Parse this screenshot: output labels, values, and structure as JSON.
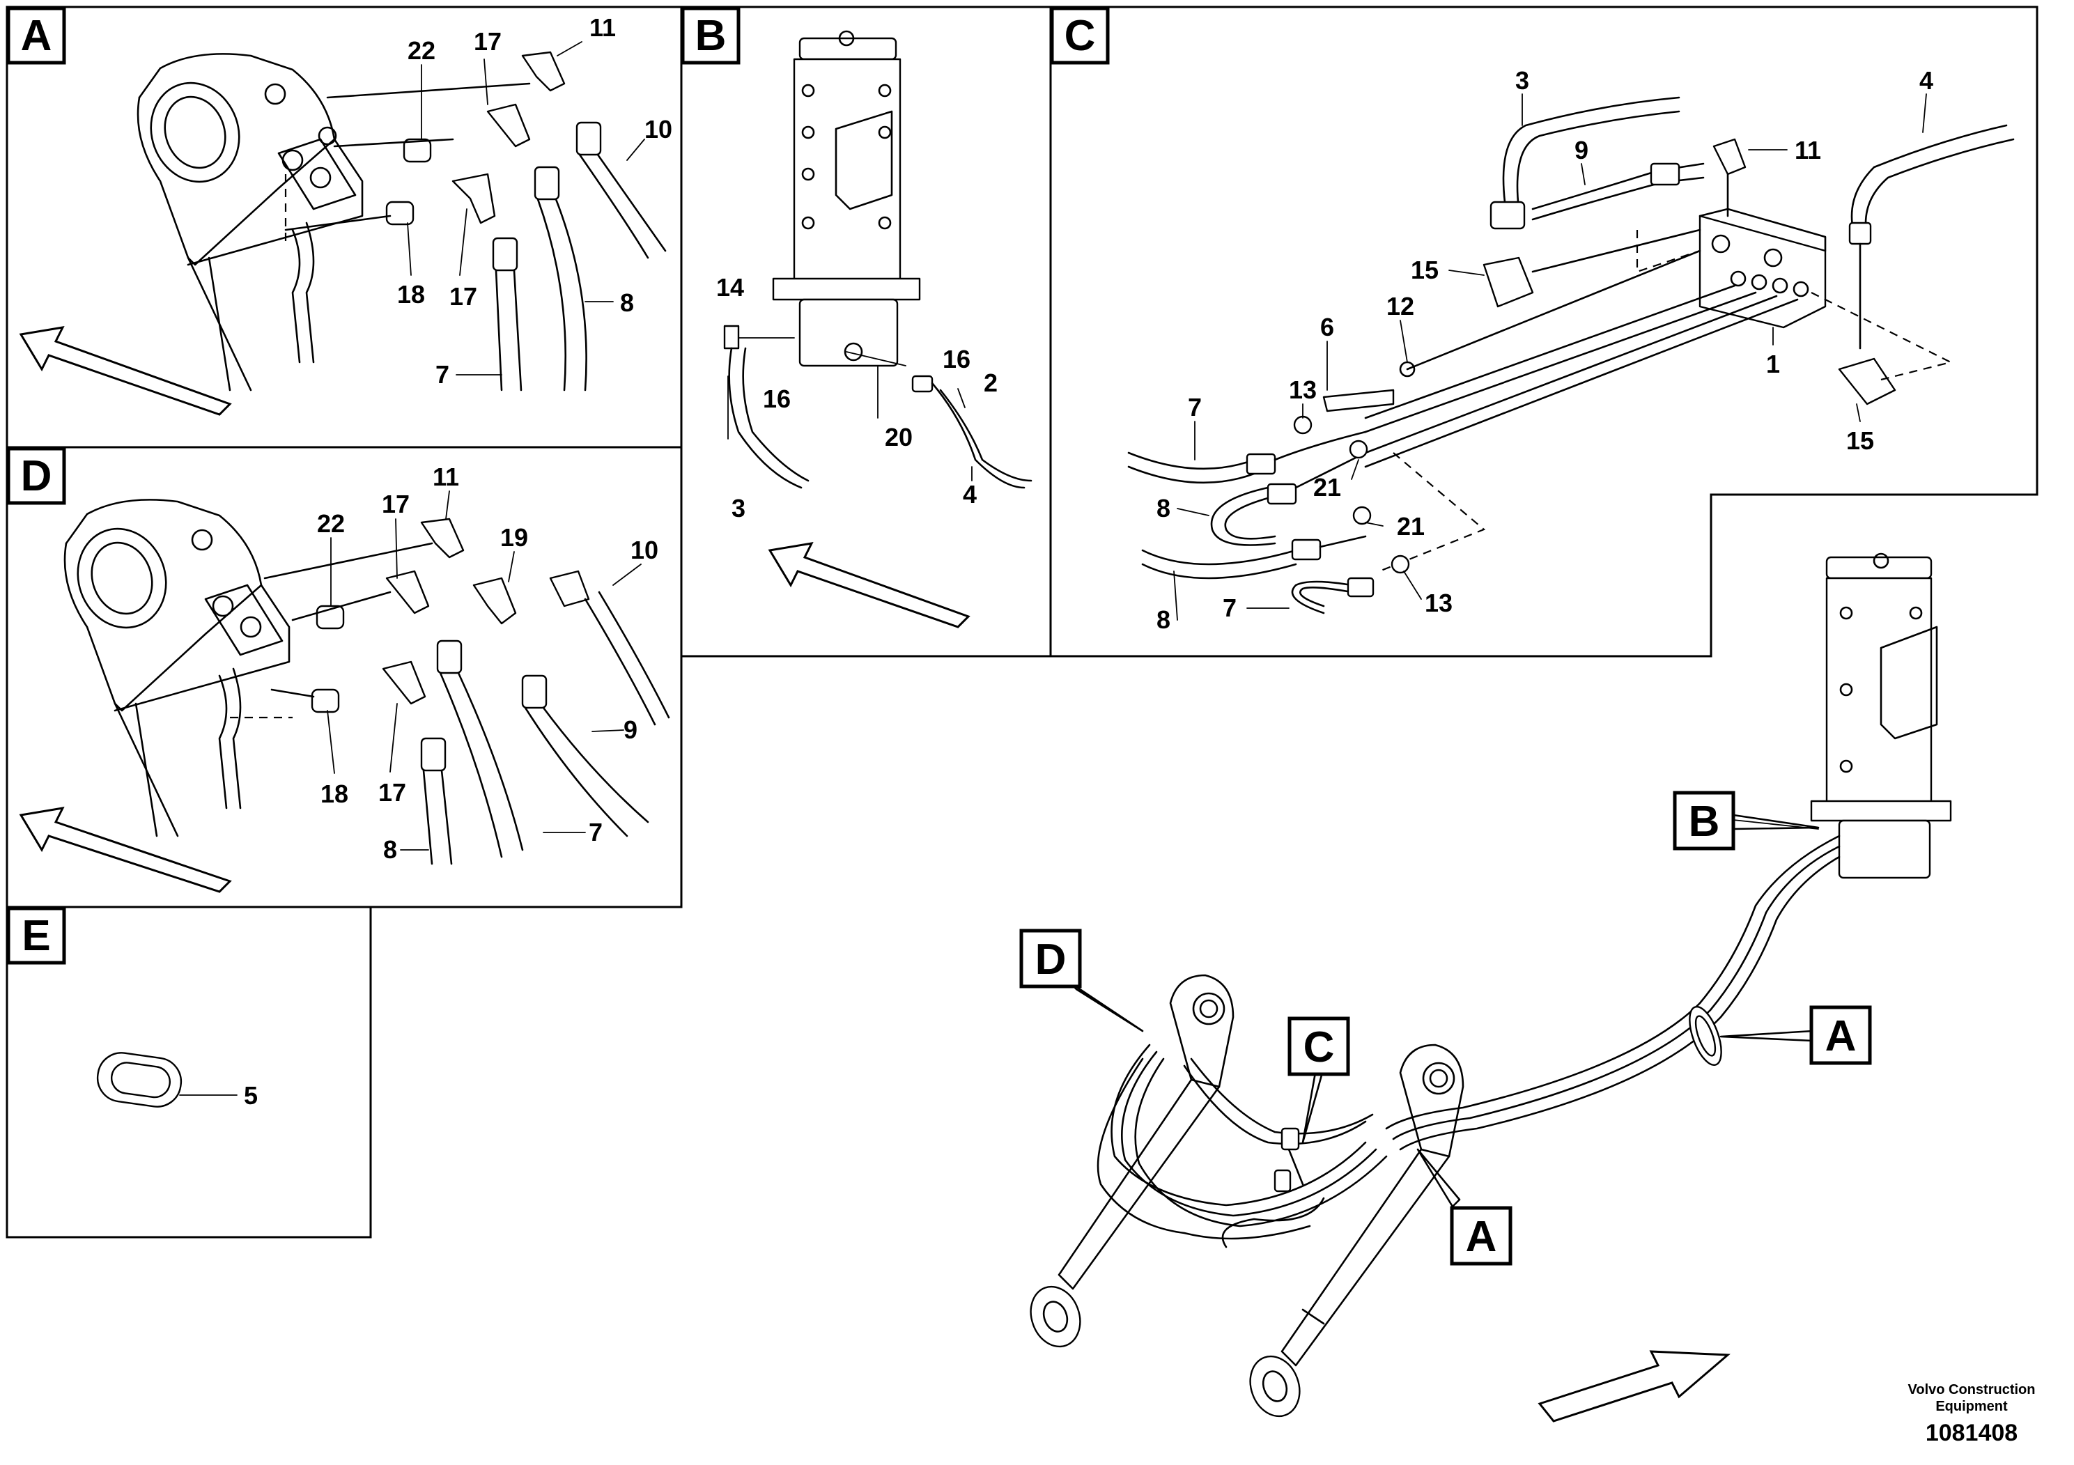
{
  "panels": {
    "A": {
      "letter": "A",
      "callouts": {
        "c22": "22",
        "c17a": "17",
        "c11": "11",
        "c10": "10",
        "c18": "18",
        "c17b": "17",
        "c8": "8",
        "c7": "7"
      }
    },
    "B": {
      "letter": "B",
      "callouts": {
        "c14": "14",
        "c16a": "16",
        "c16b": "16",
        "c2": "2",
        "c20": "20",
        "c3": "3",
        "c4": "4"
      }
    },
    "C": {
      "letter": "C",
      "callouts": {
        "c3": "3",
        "c9": "9",
        "c11": "11",
        "c4": "4",
        "c15a": "15",
        "c12": "12",
        "c6": "6",
        "c1": "1",
        "c15b": "15",
        "c13a": "13",
        "c7a": "7",
        "c21a": "21",
        "c8a": "8",
        "c21b": "21",
        "c8b": "8",
        "c7b": "7",
        "c13b": "13"
      }
    },
    "D": {
      "letter": "D",
      "callouts": {
        "c11": "11",
        "c22": "22",
        "c17a": "17",
        "c19": "19",
        "c10": "10",
        "c9": "9",
        "c18": "18",
        "c17b": "17",
        "c8": "8",
        "c7": "7"
      }
    },
    "E": {
      "letter": "E",
      "callouts": {
        "c5": "5"
      }
    }
  },
  "overview_tags": {
    "B": "B",
    "D": "D",
    "C": "C",
    "A1": "A",
    "A2": "A"
  },
  "footer": {
    "company_line1": "Volvo Construction",
    "company_line2": "Equipment",
    "drawing_number": "1081408"
  }
}
